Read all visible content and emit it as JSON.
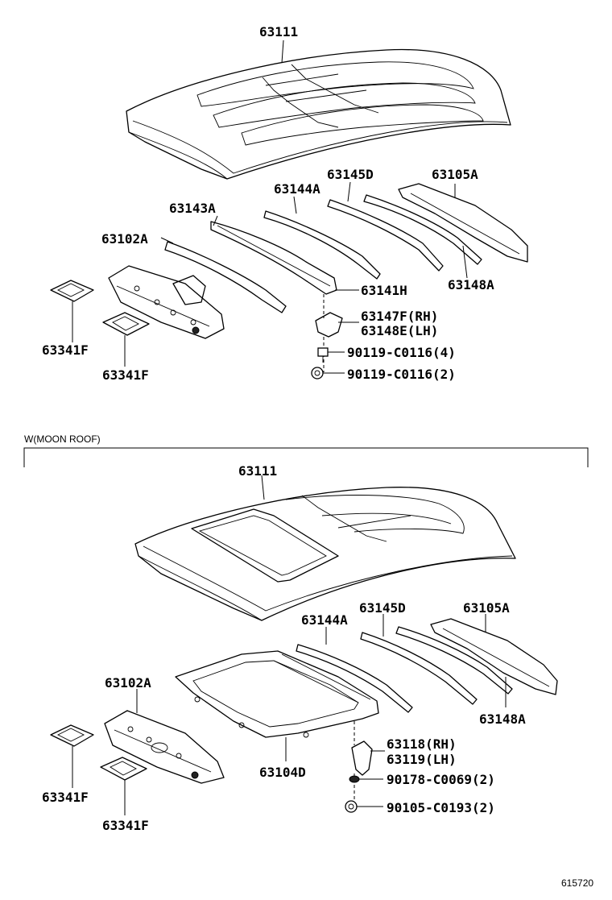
{
  "diagram_number": "615720",
  "section_label": "W(MOON ROOF)",
  "top": {
    "roof_panel": "63111",
    "rail_a": "63143A",
    "rail_b": "63144A",
    "rail_c": "63145D",
    "rail_d": "63105A",
    "front_header": "63102A",
    "reinforcement": "63141H",
    "rear_rail": "63148A",
    "bracket_rh": "63147F(RH)",
    "bracket_lh": "63148E(LH)",
    "bolt": "90119-C0116(4)",
    "nut": "90119-C0116(2)",
    "pad_left": "63341F",
    "pad_right": "63341F"
  },
  "bottom": {
    "roof_panel": "63111",
    "rail_b": "63144A",
    "rail_c": "63145D",
    "rail_d": "63105A",
    "front_header": "63102A",
    "sunroof_frame": "63104D",
    "rear_rail": "63148A",
    "bracket_rh": "63118(RH)",
    "bracket_lh": "63119(LH)",
    "clip": "90178-C0069(2)",
    "bolt": "90105-C0193(2)",
    "pad_left": "63341F",
    "pad_right": "63341F"
  }
}
